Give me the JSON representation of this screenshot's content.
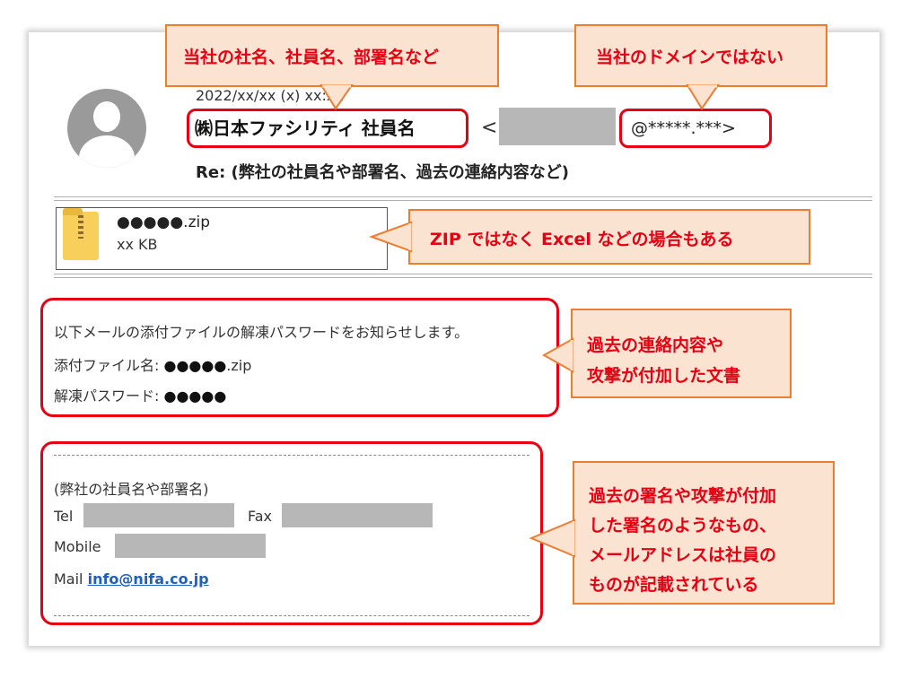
{
  "header": {
    "date": "2022/xx/xx (x) xx:xx",
    "sender_name": "㈱日本ファシリティ 社員名",
    "lt": "<",
    "domain": "@*****.***>",
    "subject": "Re: (弊社の社員名や部署名、過去の連絡内容など)"
  },
  "attachment": {
    "name": "●●●●●.zip",
    "size": "xx KB"
  },
  "body": {
    "line1": "以下メールの添付ファイルの解凍パスワードをお知らせします。",
    "line2_label": "添付ファイル名: ",
    "line2_value": "●●●●●",
    "line2_ext": ".zip",
    "line3_label": "解凍パスワード: ",
    "line3_value": "●●●●●"
  },
  "signature": {
    "org": "(弊社の社員名や部署名)",
    "tel_label": "Tel",
    "fax_label": "Fax",
    "mobile_label": "Mobile",
    "mail_label": "Mail",
    "mail_value": "info@nifa.co.jp"
  },
  "callouts": {
    "company": "当社の社名、社員名、部署名など",
    "domain": "当社のドメインではない",
    "zip": "ZIP ではなく Excel などの場合もある",
    "past1": "過去の連絡内容や",
    "past2": "攻撃が付加した文書",
    "sig1": "過去の署名や攻撃が付加",
    "sig2": "した署名のようなもの、",
    "sig3": "メールアドレスは社員の",
    "sig4": "ものが記載されている"
  },
  "colors": {
    "red": "#e60012",
    "orange": "#ed7d31",
    "callout_bg": "#fbe3d2",
    "link": "#1f5fbf"
  }
}
